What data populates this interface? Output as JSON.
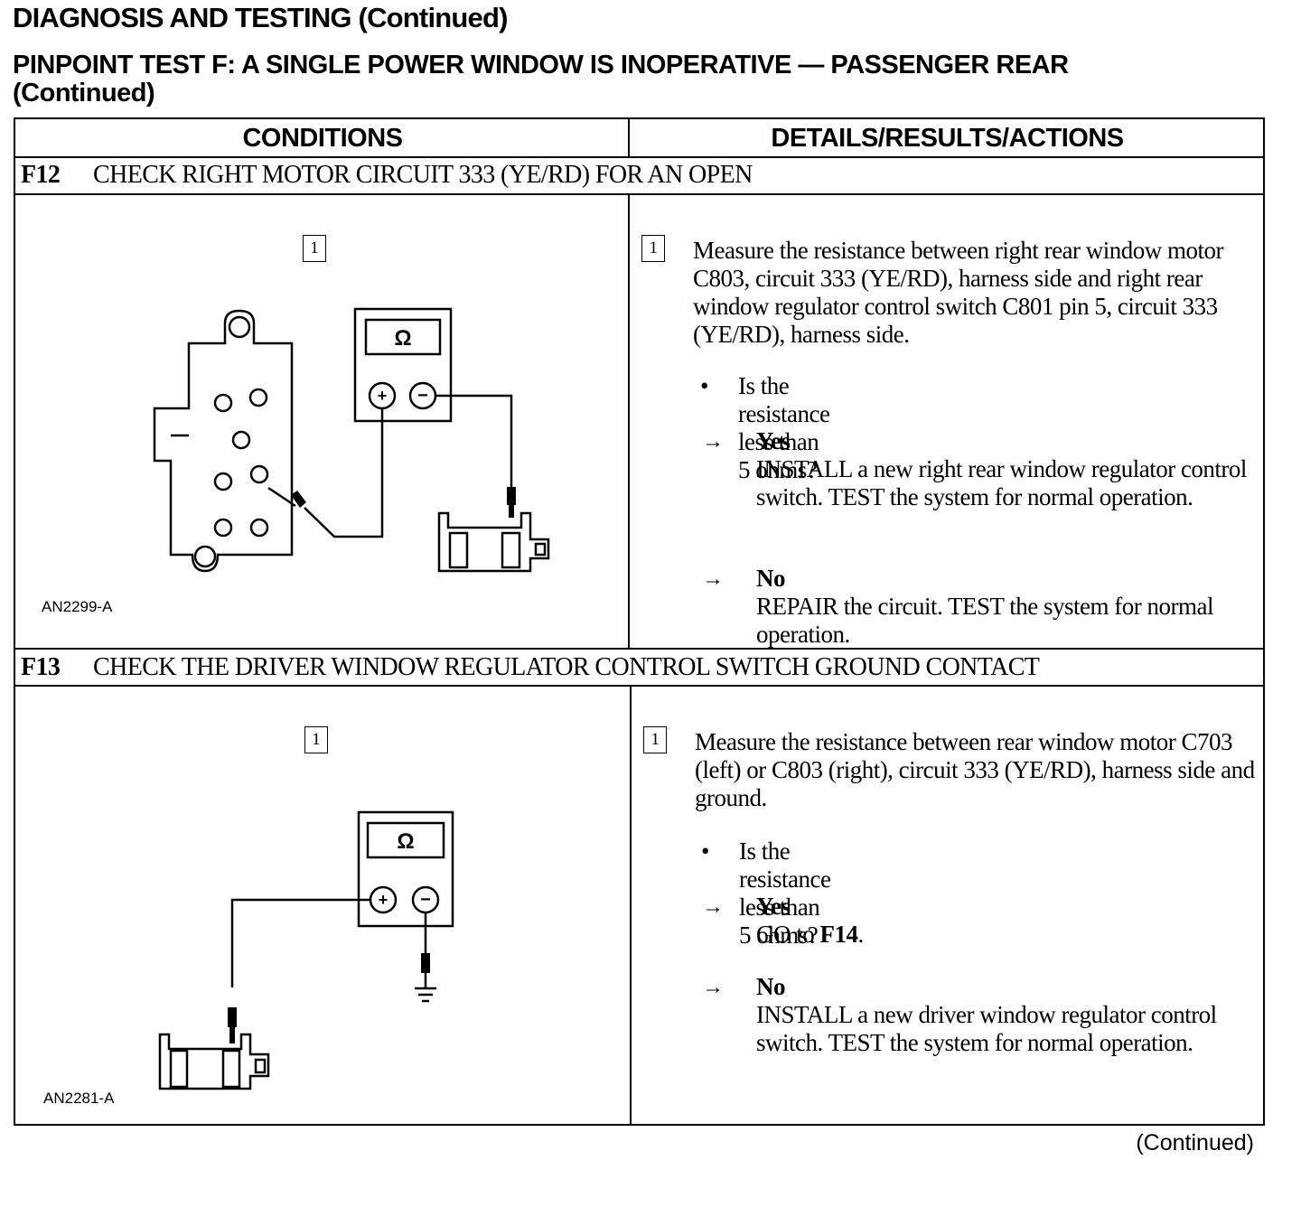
{
  "page": {
    "title": "DIAGNOSIS AND TESTING (Continued)",
    "test_title_line1": "PINPOINT TEST F: A SINGLE POWER WINDOW IS INOPERATIVE — PASSENGER REAR",
    "test_title_line2": "(Continued)",
    "footer": "(Continued)"
  },
  "table": {
    "col_conditions": "CONDITIONS",
    "col_details": "DETAILS/RESULTS/ACTIONS"
  },
  "steps": [
    {
      "id": "F12",
      "title": "CHECK RIGHT MOTOR CIRCUIT 333 (YE/RD) FOR AN OPEN",
      "figure_step": "1",
      "figure_code": "AN2299-A",
      "meter_symbol": "Ω",
      "action_step": "1",
      "action": "Measure the resistance between right rear window motor C803, circuit 333 (YE/RD), harness side and right rear window regulator control switch C801 pin 5, circuit 333 (YE/RD), harness side.",
      "bullet_symbol": "•",
      "question": "Is the resistance less than 5 ohms?",
      "arrow_symbol": "→",
      "yes_label": "Yes",
      "yes_text": "INSTALL a new right rear window regulator control switch. TEST the system for normal operation.",
      "no_label": "No",
      "no_text": "REPAIR the circuit. TEST the system for normal operation."
    },
    {
      "id": "F13",
      "title": "CHECK THE DRIVER WINDOW REGULATOR CONTROL SWITCH GROUND CONTACT",
      "figure_step": "1",
      "figure_code": "AN2281-A",
      "meter_symbol": "Ω",
      "action_step": "1",
      "action": "Measure the resistance between rear window motor C703 (left) or C803 (right), circuit 333 (YE/RD), harness side and ground.",
      "bullet_symbol": "•",
      "question": "Is the resistance less than 5 ohms?",
      "arrow_symbol": "→",
      "yes_label": "Yes",
      "yes_text_prefix": "GO to ",
      "yes_text_link": "F14",
      "yes_text_suffix": ".",
      "no_label": "No",
      "no_text": "INSTALL a new driver window regulator control switch. TEST the system for normal operation."
    }
  ]
}
